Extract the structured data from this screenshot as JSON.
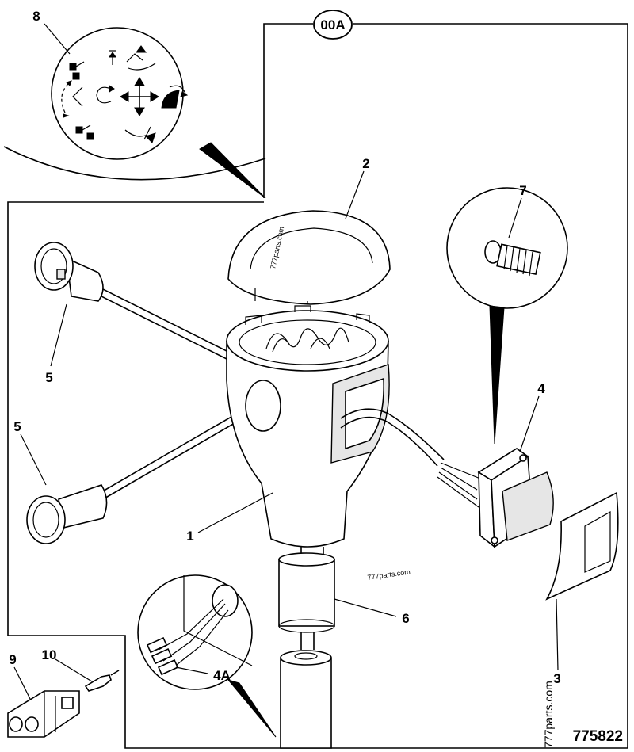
{
  "callouts": {
    "c8": "8",
    "c00a": "00A",
    "c2": "2",
    "c7": "7",
    "c5a": "5",
    "c5b": "5",
    "c4": "4",
    "c1": "1",
    "c6": "6",
    "c4a": "4A",
    "c9": "9",
    "c10": "10",
    "c3": "3"
  },
  "drawing_number": "775822",
  "watermarks": {
    "w1": "777parts.com",
    "w2": "777parts.com",
    "w3": "777parts.com"
  }
}
